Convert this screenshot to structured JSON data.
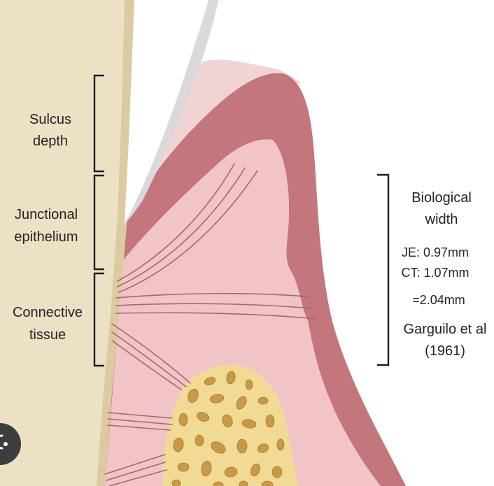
{
  "labels": {
    "sulcus_depth": [
      "Sulcus",
      "depth"
    ],
    "junctional_epithelium": [
      "Junctional",
      "epithelium"
    ],
    "connective_tissue": [
      "Connective",
      "tissue"
    ]
  },
  "biological_width": {
    "title": [
      "Biological",
      "width"
    ],
    "je": "JE: 0.97mm",
    "ct": "CT: 1.07mm",
    "total": "=2.04mm",
    "citation": [
      "Garguilo et al",
      "(1961)"
    ]
  },
  "icons": {
    "overlay": "lens-icon"
  },
  "colors": {
    "tooth_root": "#ece0c5",
    "cementum": "#dccaa0",
    "enamel": "#ffffff",
    "enamel_shade": "#d9d9d9",
    "gum_light": "#f0d4d3",
    "gingiva": "#c3767b",
    "gingiva_inner": "#f1c4c8",
    "bone": "#f1db94",
    "bone_pores": "#c89a46",
    "fibers": "#a5676a",
    "overlay_icon": "#3d3d3d"
  }
}
